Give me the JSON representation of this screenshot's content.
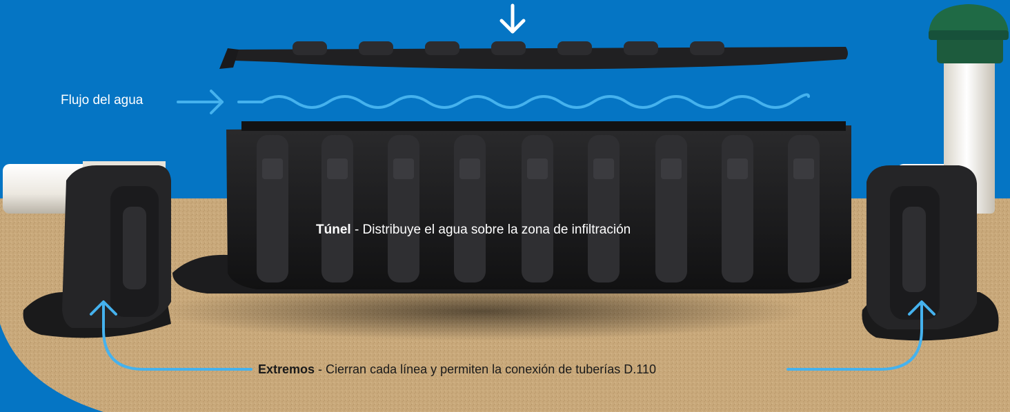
{
  "colors": {
    "background": "#0575c4",
    "ground": "#c9a97b",
    "accent": "#45b2ee",
    "part": "#1d1d1f",
    "pipe": "#ece8e0",
    "cap": "#1f5a3c"
  },
  "labels": {
    "flow": "Flujo del agua",
    "tunnel_title": "Túnel",
    "tunnel_desc": " - Distribuye el agua sobre la zona de infiltración",
    "ends_title": "Extremos",
    "ends_desc": " - Cierran cada línea y permiten la conexión de tuberías D.110"
  },
  "icons": {
    "top_arrow": "arrow-down-icon",
    "flow_arrow": "arrow-right-icon",
    "wave": "wave-icon",
    "left_connector": "curved-arrow-up-left-icon",
    "right_connector": "curved-arrow-up-right-icon"
  }
}
